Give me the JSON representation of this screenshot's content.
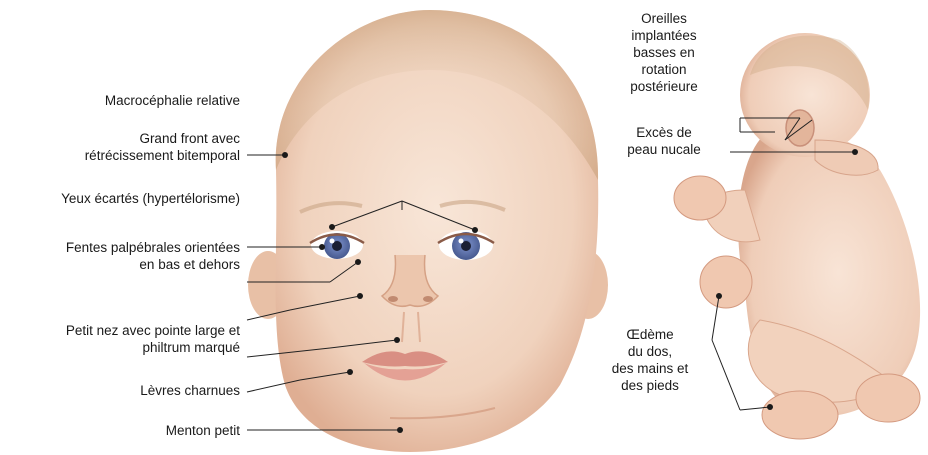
{
  "diagram": {
    "labels": {
      "macrocephaly": [
        "Macrocéphalie relative"
      ],
      "forehead": [
        "Grand front avec",
        "rétrécissement bitemporal"
      ],
      "eyes": [
        "Yeux écartés (hypertélorisme)"
      ],
      "fissures": [
        "Fentes palpébrales orientées",
        "en bas et dehors"
      ],
      "nose": [
        "Petit nez avec pointe large et",
        "philtrum marqué"
      ],
      "lips": [
        "Lèvres charnues"
      ],
      "chin": [
        "Menton petit"
      ],
      "ears": [
        "Oreilles",
        "implantées",
        "basses en",
        "rotation",
        "postérieure"
      ],
      "neck": [
        "Excès de",
        "peau nucale"
      ],
      "edema": [
        "Œdème",
        "du dos,",
        "des mains et",
        "des pieds"
      ]
    }
  },
  "colors": {
    "skin": "#f3d9c6",
    "skin_shadow": "#d9a58a",
    "hair": "#c9a27a",
    "iris": "#6b7fb8",
    "leader_line": "#222222",
    "dot": "#1a1a1a"
  }
}
